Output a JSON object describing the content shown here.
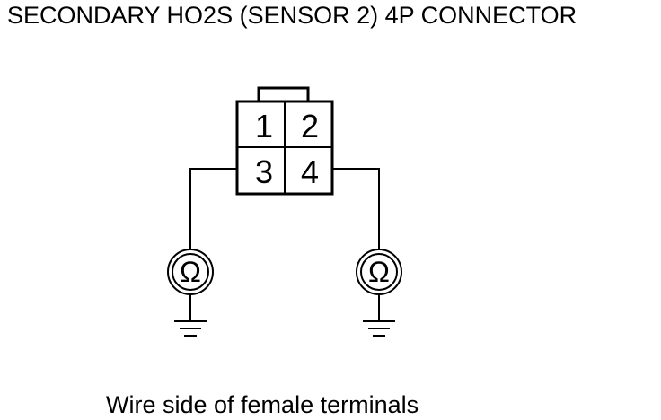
{
  "title": "SECONDARY HO2S (SENSOR 2) 4P CONNECTOR",
  "connector": {
    "pins": [
      "1",
      "2",
      "3",
      "4"
    ]
  },
  "meters": {
    "left_symbol": "Ω",
    "right_symbol": "Ω"
  },
  "caption": "Wire side of female terminals",
  "colors": {
    "line": "#000000",
    "background": "#ffffff"
  }
}
